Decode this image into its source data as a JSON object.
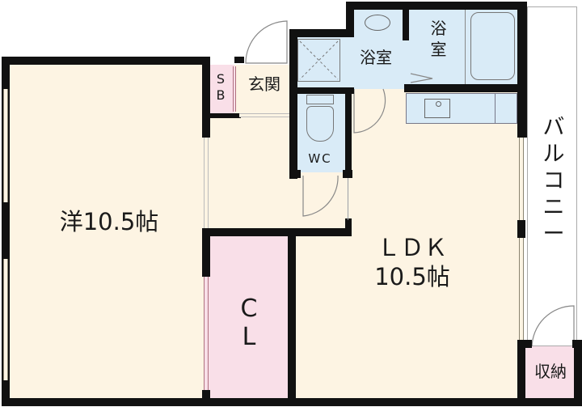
{
  "floorplan": {
    "rooms": {
      "western_room": {
        "label": "洋10.5帖",
        "type": "洋室",
        "size_jo": "10.5"
      },
      "ldk": {
        "label": "ＬＤＫ\n10.5帖",
        "type": "LDK",
        "size_jo": "10.5"
      },
      "bath_main": {
        "label": "浴\n室"
      },
      "washroom": {
        "label": "浴室"
      },
      "wc": {
        "label": "WC"
      },
      "entrance": {
        "label": "玄関"
      },
      "shoe_box": {
        "label": "S\nB"
      },
      "closet": {
        "label": "C\nL"
      },
      "balcony": {
        "label": "バ\nル\nコ\nニ\nー"
      },
      "storage": {
        "label": "収納"
      }
    },
    "colors": {
      "floor": "#fdf4e3",
      "wet_area": "#d9ebf7",
      "storage": "#f9dfe8",
      "wall": "#111111",
      "balcony": "#ffffff"
    }
  }
}
